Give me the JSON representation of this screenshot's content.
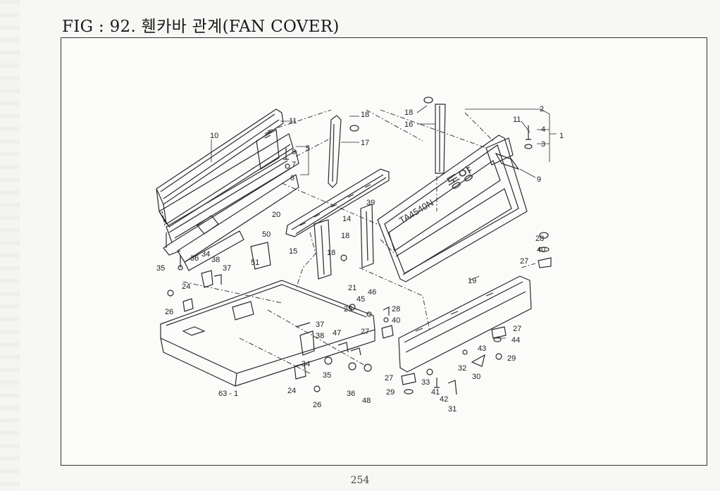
{
  "figure_title": "FIG : 92. 휀카바 관계(FAN COVER)",
  "page_number": "254",
  "grille_model_text": "TA4540N",
  "grille_logo_text": "동양",
  "callouts": {
    "c1": "1",
    "c2": "2",
    "c3": "3",
    "c4": "4",
    "c5": "5",
    "c6": "6",
    "c7": "7",
    "c8": "8",
    "c9": "9",
    "c10": "10",
    "c11a": "11",
    "c11b": "11",
    "c14": "14",
    "c15": "15",
    "c16": "16",
    "c17": "17",
    "c18a": "18",
    "c18b": "18",
    "c18c": "18",
    "c18d": "18",
    "c19": "19",
    "c20": "20",
    "c21": "21",
    "c24a": "24",
    "c24b": "24",
    "c25": "25",
    "c26a": "26",
    "c26b": "26",
    "c27a": "27",
    "c27b": "27",
    "c27c": "27",
    "c27d": "27",
    "c28a": "28",
    "c28b": "28",
    "c29a": "29",
    "c29b": "29",
    "c30": "30",
    "c31": "31",
    "c32": "32",
    "c33": "33",
    "c34a": "34",
    "c34b": "34",
    "c35a": "35",
    "c35b": "35",
    "c36a": "36",
    "c36b": "36",
    "c37a": "37",
    "c37b": "37",
    "c38a": "38",
    "c38b": "38",
    "c39": "39",
    "c40a": "40",
    "c40b": "40",
    "c41": "41",
    "c42": "42",
    "c43": "43",
    "c44": "44",
    "c45": "45",
    "c46": "46",
    "c47": "47",
    "c48": "48",
    "c50": "50",
    "c51": "51",
    "c63": "63 - 1"
  }
}
